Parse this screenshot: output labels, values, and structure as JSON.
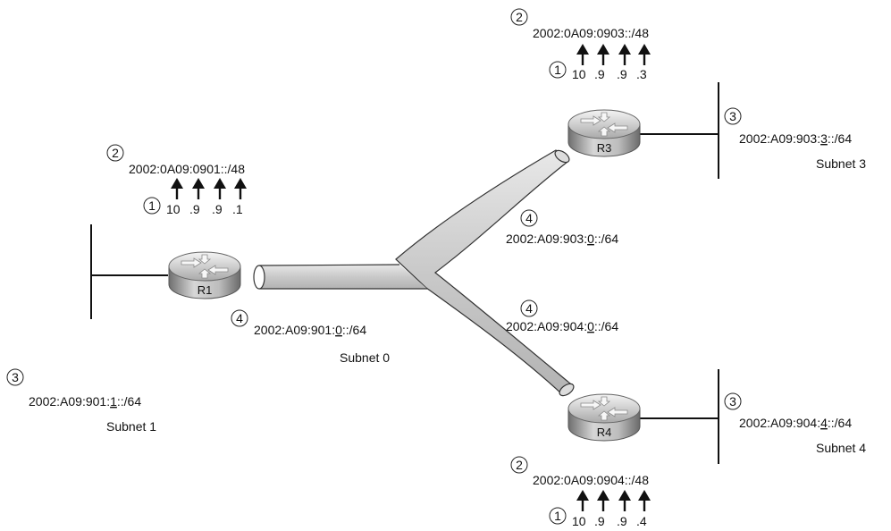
{
  "routers": {
    "r1": "R1",
    "r3": "R3",
    "r4": "R4"
  },
  "r1": {
    "step_prefix": "2",
    "prefix": "2002:0A09:0901::/48",
    "step_octets": "1",
    "octets": [
      "10",
      ".9",
      ".9",
      ".1"
    ],
    "step_subnet": "3",
    "subnet_prefix_before": "2002:A09:901:",
    "subnet_prefix_id": "1",
    "subnet_prefix_after": "::/64",
    "subnet_name": "Subnet 1",
    "step_link": "4",
    "link_prefix_before": "2002:A09:901:",
    "link_prefix_id": "0",
    "link_prefix_after": "::/64"
  },
  "link": {
    "name": "Subnet 0"
  },
  "r3": {
    "step_prefix": "2",
    "prefix": "2002:0A09:0903::/48",
    "step_octets": "1",
    "octets": [
      "10",
      ".9",
      ".9",
      ".3"
    ],
    "step_subnet": "3",
    "subnet_prefix_before": "2002:A09:903:",
    "subnet_prefix_id": "3",
    "subnet_prefix_after": "::/64",
    "subnet_name": "Subnet 3",
    "step_link": "4",
    "link_prefix_before": "2002:A09:903:",
    "link_prefix_id": "0",
    "link_prefix_after": "::/64"
  },
  "r4": {
    "step_prefix": "2",
    "prefix": "2002:0A09:0904::/48",
    "step_octets": "1",
    "octets": [
      "10",
      ".9",
      ".9",
      ".4"
    ],
    "step_subnet": "3",
    "subnet_prefix_before": "2002:A09:904:",
    "subnet_prefix_id": "4",
    "subnet_prefix_after": "::/64",
    "subnet_name": "Subnet 4",
    "step_link": "4",
    "link_prefix_before": "2002:A09:904:",
    "link_prefix_id": "0",
    "link_prefix_after": "::/64"
  }
}
